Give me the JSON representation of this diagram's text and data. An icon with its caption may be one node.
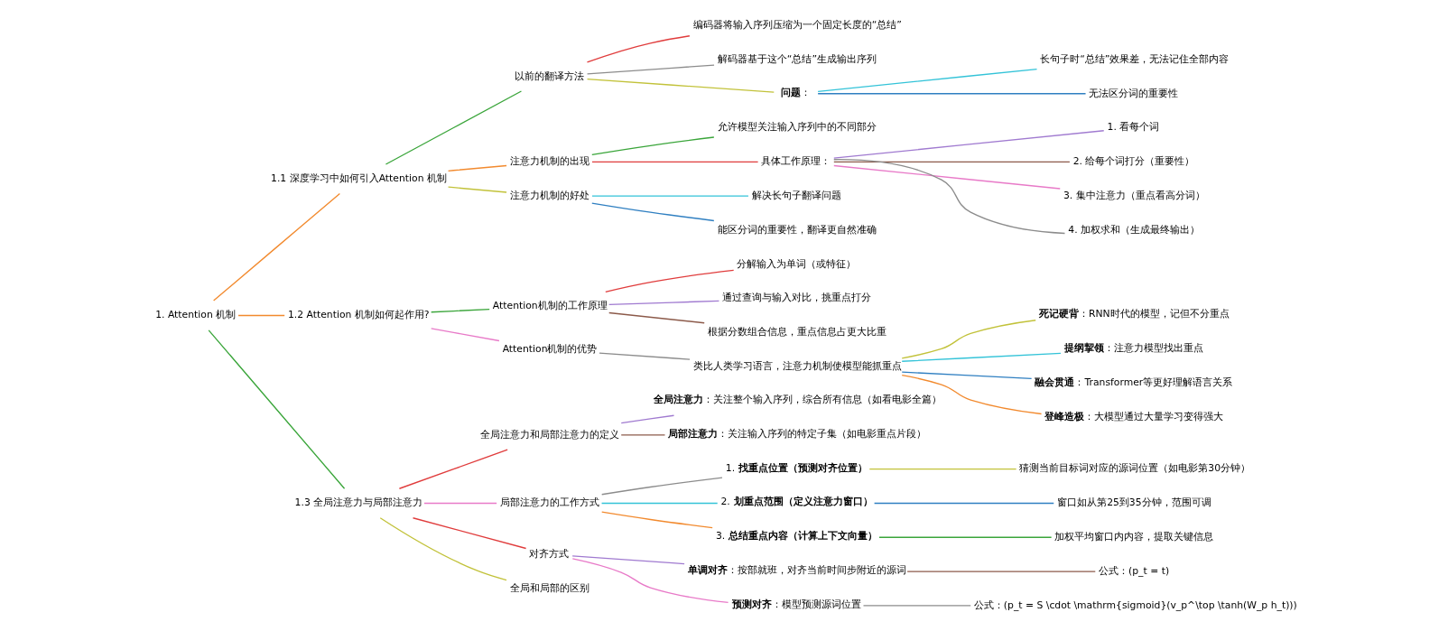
{
  "diagram": {
    "nodes": [
      {
        "text": [
          "1. Attention 机制"
        ]
      },
      {
        "text": [
          "1.1 深度学习中如何引入Attention 机制"
        ]
      },
      {
        "text": [
          "以前的翻译方法"
        ]
      },
      {
        "text": [
          "编码器将输入序列压缩为一个固定长度的“总结”"
        ]
      },
      {
        "text": [
          "解码器基于这个“总结”生成输出序列"
        ]
      },
      {
        "text": [
          "**问题**："
        ]
      },
      {
        "text": [
          "长句子时“总结”效果差，无法记住全部内容"
        ]
      },
      {
        "text": [
          "无法区分词的重要性"
        ]
      },
      {
        "text": [
          "注意力机制的出现"
        ]
      },
      {
        "text": [
          "允许模型关注输入序列中的不同部分"
        ]
      },
      {
        "text": [
          "具体工作原理："
        ]
      },
      {
        "text": [
          "1. 看每个词"
        ]
      },
      {
        "text": [
          "2. 给每个词打分（重要性）"
        ]
      },
      {
        "text": [
          "3. 集中注意力（重点看高分词）"
        ]
      },
      {
        "text": [
          "4. 加权求和（生成最终输出）"
        ]
      },
      {
        "text": [
          "注意力机制的好处"
        ]
      },
      {
        "text": [
          "解决长句子翻译问题"
        ]
      },
      {
        "text": [
          "能区分词的重要性，翻译更自然准确"
        ]
      },
      {
        "text": [
          "1.2 Attention 机制如何起作用?"
        ]
      },
      {
        "text": [
          "Attention机制的工作原理"
        ]
      },
      {
        "text": [
          "分解输入为单词（或特征）"
        ]
      },
      {
        "text": [
          "通过查询与输入对比，挑重点打分"
        ]
      },
      {
        "text": [
          "根据分数组合信息，重点信息占更大比重"
        ]
      },
      {
        "text": [
          "Attention机制的优势"
        ]
      },
      {
        "text": [
          "类比人类学习语言，注意力机制使模型能抓重点"
        ]
      },
      {
        "text": [
          "**死记硬背**：RNN时代的模型，记但不分重点"
        ]
      },
      {
        "text": [
          "**提纲挈领**：注意力模型找出重点"
        ]
      },
      {
        "text": [
          "**融会贯通**：Transformer等更好理解语言关系"
        ]
      },
      {
        "text": [
          "**登峰造极**：大模型通过大量学习变得强大"
        ]
      },
      {
        "text": [
          "1.3 全局注意力与局部注意力"
        ]
      },
      {
        "text": [
          "全局注意力和局部注意力的定义"
        ]
      },
      {
        "text": [
          "**全局注意力**：关注整个输入序列，综合所有信息（如看电影全篇）"
        ]
      },
      {
        "text": [
          "**局部注意力**：关注输入序列的特定子集（如电影重点片段）"
        ]
      },
      {
        "text": [
          "局部注意力的工作方式"
        ]
      },
      {
        "text": [
          "1. **找重点位置（预测对齐位置）**"
        ]
      },
      {
        "text": [
          "猜测当前目标词对应的源词位置（如电影第30分钟）"
        ]
      },
      {
        "text": [
          "2. **划重点范围（定义注意力窗口）**"
        ]
      },
      {
        "text": [
          "窗口如从第25到35分钟，范围可调"
        ]
      },
      {
        "text": [
          "3. **总结重点内容（计算上下文向量）**"
        ]
      },
      {
        "text": [
          "加权平均窗口内内容，提取关键信息"
        ]
      },
      {
        "text": [
          "对齐方式"
        ]
      },
      {
        "text": [
          "**单调对齐**：按部就班，对齐当前时间步附近的源词"
        ]
      },
      {
        "text": [
          "公式：(p_t = t)"
        ]
      },
      {
        "text": [
          "**预测对齐**：模型预测源词位置"
        ]
      },
      {
        "text": [
          "公式：(p_t = S \\cdot \\mathrm{sigmoid}(v_p^\\top \\tanh(W_p h_t)))"
        ]
      },
      {
        "text": [
          "全局和局部的区别"
        ]
      }
    ],
    "edges": [
      {
        "from": 0,
        "to": 1,
        "arrow": "none",
        "color": "#f28a2e"
      },
      {
        "from": 1,
        "to": 2,
        "arrow": "none",
        "color": "#3aa53a"
      },
      {
        "from": 2,
        "to": 3,
        "arrow": "none",
        "color": "#e03c3c"
      },
      {
        "from": 2,
        "to": 4,
        "arrow": "none",
        "color": "#8c8c8c"
      },
      {
        "from": 2,
        "to": 5,
        "arrow": "none",
        "color": "#c2c23a"
      },
      {
        "from": 5,
        "to": 6,
        "arrow": "none",
        "color": "#33c3d8"
      },
      {
        "from": 5,
        "to": 7,
        "arrow": "none",
        "color": "#2f7fc1"
      },
      {
        "from": 1,
        "to": 8,
        "arrow": "none",
        "color": "#f28a2e"
      },
      {
        "from": 8,
        "to": 9,
        "arrow": "none",
        "color": "#3aa53a"
      },
      {
        "from": 8,
        "to": 10,
        "arrow": "none",
        "color": "#e03c3c"
      },
      {
        "from": 10,
        "to": 11,
        "arrow": "none",
        "color": "#a07ad0"
      },
      {
        "from": 10,
        "to": 12,
        "arrow": "none",
        "color": "#8c5a4a"
      },
      {
        "from": 10,
        "to": 13,
        "arrow": "none",
        "color": "#e87ac8"
      },
      {
        "from": 10,
        "to": 14,
        "arrow": "none",
        "color": "#8c8c8c"
      },
      {
        "from": 1,
        "to": 15,
        "arrow": "none",
        "color": "#c2c23a"
      },
      {
        "from": 15,
        "to": 16,
        "arrow": "none",
        "color": "#33c3d8"
      },
      {
        "from": 15,
        "to": 17,
        "arrow": "none",
        "color": "#2f7fc1"
      },
      {
        "from": 0,
        "to": 18,
        "arrow": "none",
        "color": "#f28a2e"
      },
      {
        "from": 18,
        "to": 19,
        "arrow": "none",
        "color": "#3aa53a"
      },
      {
        "from": 19,
        "to": 20,
        "arrow": "none",
        "color": "#e03c3c"
      },
      {
        "from": 19,
        "to": 21,
        "arrow": "none",
        "color": "#a07ad0"
      },
      {
        "from": 19,
        "to": 22,
        "arrow": "none",
        "color": "#8c5a4a"
      },
      {
        "from": 18,
        "to": 23,
        "arrow": "none",
        "color": "#e87ac8"
      },
      {
        "from": 23,
        "to": 24,
        "arrow": "none",
        "color": "#8c8c8c"
      },
      {
        "from": 24,
        "to": 25,
        "arrow": "none",
        "color": "#c2c23a"
      },
      {
        "from": 24,
        "to": 26,
        "arrow": "none",
        "color": "#33c3d8"
      },
      {
        "from": 24,
        "to": 27,
        "arrow": "none",
        "color": "#2f7fc1"
      },
      {
        "from": 24,
        "to": 28,
        "arrow": "none",
        "color": "#f28a2e"
      },
      {
        "from": 0,
        "to": 29,
        "arrow": "none",
        "color": "#3aa53a"
      },
      {
        "from": 29,
        "to": 30,
        "arrow": "none",
        "color": "#e03c3c"
      },
      {
        "from": 30,
        "to": 31,
        "arrow": "none",
        "color": "#a07ad0"
      },
      {
        "from": 30,
        "to": 32,
        "arrow": "none",
        "color": "#8c5a4a"
      },
      {
        "from": 29,
        "to": 33,
        "arrow": "none",
        "color": "#e87ac8"
      },
      {
        "from": 33,
        "to": 34,
        "arrow": "none",
        "color": "#8c8c8c"
      },
      {
        "from": 34,
        "to": 35,
        "arrow": "none",
        "color": "#c2c23a"
      },
      {
        "from": 33,
        "to": 36,
        "arrow": "none",
        "color": "#33c3d8"
      },
      {
        "from": 36,
        "to": 37,
        "arrow": "none",
        "color": "#2f7fc1"
      },
      {
        "from": 33,
        "to": 38,
        "arrow": "none",
        "color": "#f28a2e"
      },
      {
        "from": 38,
        "to": 39,
        "arrow": "none",
        "color": "#3aa53a"
      },
      {
        "from": 29,
        "to": 40,
        "arrow": "none",
        "color": "#e03c3c"
      },
      {
        "from": 40,
        "to": 41,
        "arrow": "none",
        "color": "#a07ad0"
      },
      {
        "from": 41,
        "to": 42,
        "arrow": "none",
        "color": "#8c5a4a"
      },
      {
        "from": 40,
        "to": 43,
        "arrow": "none",
        "color": "#e87ac8"
      },
      {
        "from": 43,
        "to": 44,
        "arrow": "none",
        "color": "#8c8c8c"
      },
      {
        "from": 29,
        "to": 45,
        "arrow": "none",
        "color": "#c2c23a"
      }
    ]
  }
}
